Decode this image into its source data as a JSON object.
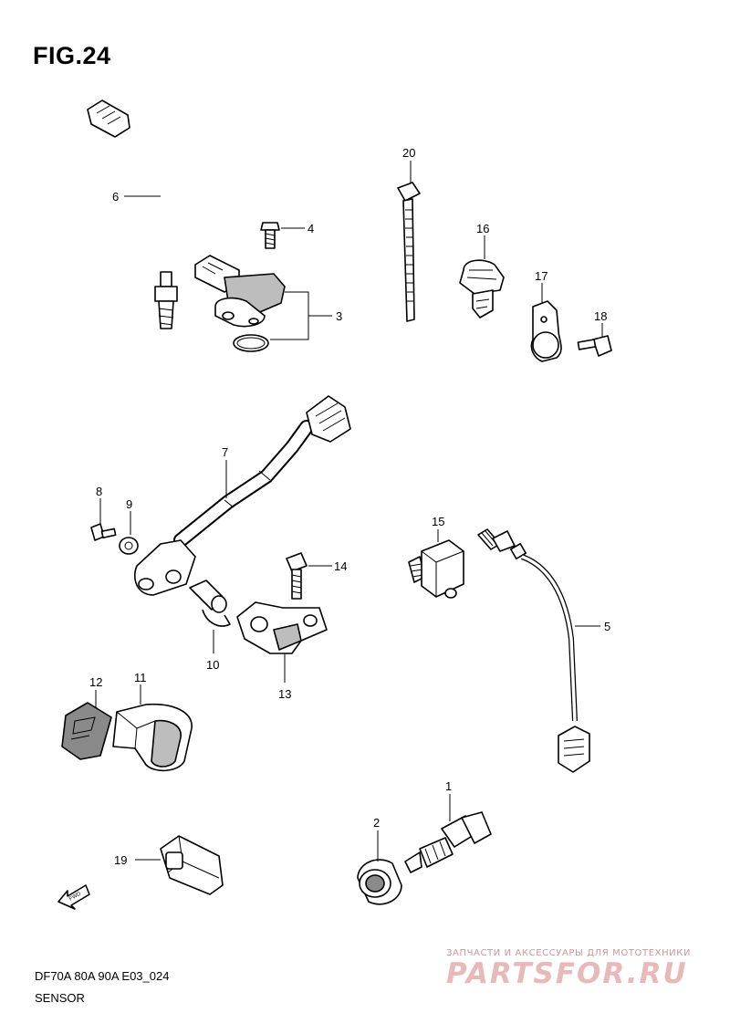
{
  "figure": {
    "title": "FIG.24"
  },
  "callouts": [
    "1",
    "2",
    "3",
    "4",
    "5",
    "6",
    "7",
    "8",
    "9",
    "10",
    "11",
    "12",
    "13",
    "14",
    "15",
    "16",
    "17",
    "18",
    "19",
    "20"
  ],
  "fwd_label": "FWD",
  "footer": {
    "model": "DF70A 80A 90A E03_024",
    "caption": "SENSOR"
  },
  "watermark": {
    "subtitle": "ЗАПЧАСТИ И АКСЕССУАРЫ ДЛЯ МОТОТЕХНИКИ",
    "logo": "PARTSFOR.RU"
  },
  "colors": {
    "line": "#000000",
    "fill_light": "#bdbdbd",
    "fill_dark": "#8a8a8a",
    "watermark": "#e8b9b9"
  }
}
